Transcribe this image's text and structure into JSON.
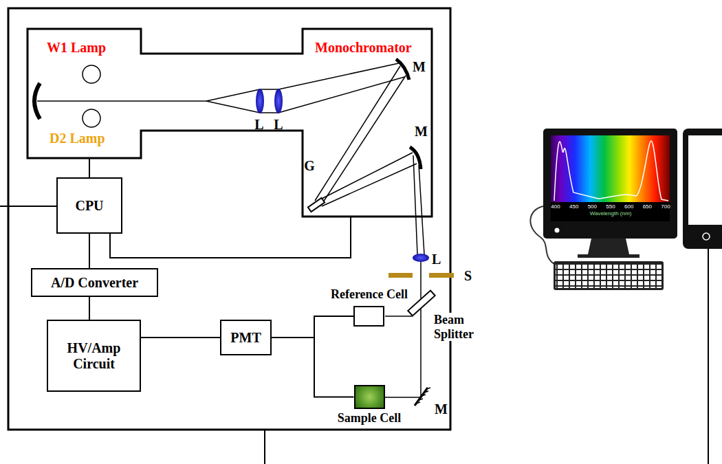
{
  "diagram": {
    "nodes": [
      {
        "text": [
          "CPU"
        ]
      },
      {
        "text": [
          "A/D Converter"
        ]
      },
      {
        "text": [
          "HV/Amp Circuit"
        ]
      },
      {
        "text": [
          "PMT"
        ]
      },
      {
        "text": [
          "Reference Cell"
        ]
      },
      {
        "text": [
          "Sample Cell"
        ]
      }
    ],
    "edges": [
      {
        "from": 0,
        "to": 1,
        "arrow": "none"
      },
      {
        "from": 1,
        "to": 2,
        "arrow": "none"
      },
      {
        "from": 2,
        "to": 3,
        "arrow": "none"
      },
      {
        "from": 3,
        "to": 4,
        "arrow": "none"
      },
      {
        "from": 3,
        "to": 5,
        "arrow": "none"
      }
    ],
    "labels": [
      "W1 Lamp",
      "D2 Lamp",
      "Monochromator",
      "L",
      "L",
      "M",
      "M",
      "G",
      "L",
      "S",
      "Beam Splitter",
      "M",
      "400",
      "450",
      "500",
      "550",
      "600",
      "650",
      "700",
      "Wavelength (nm)"
    ]
  }
}
